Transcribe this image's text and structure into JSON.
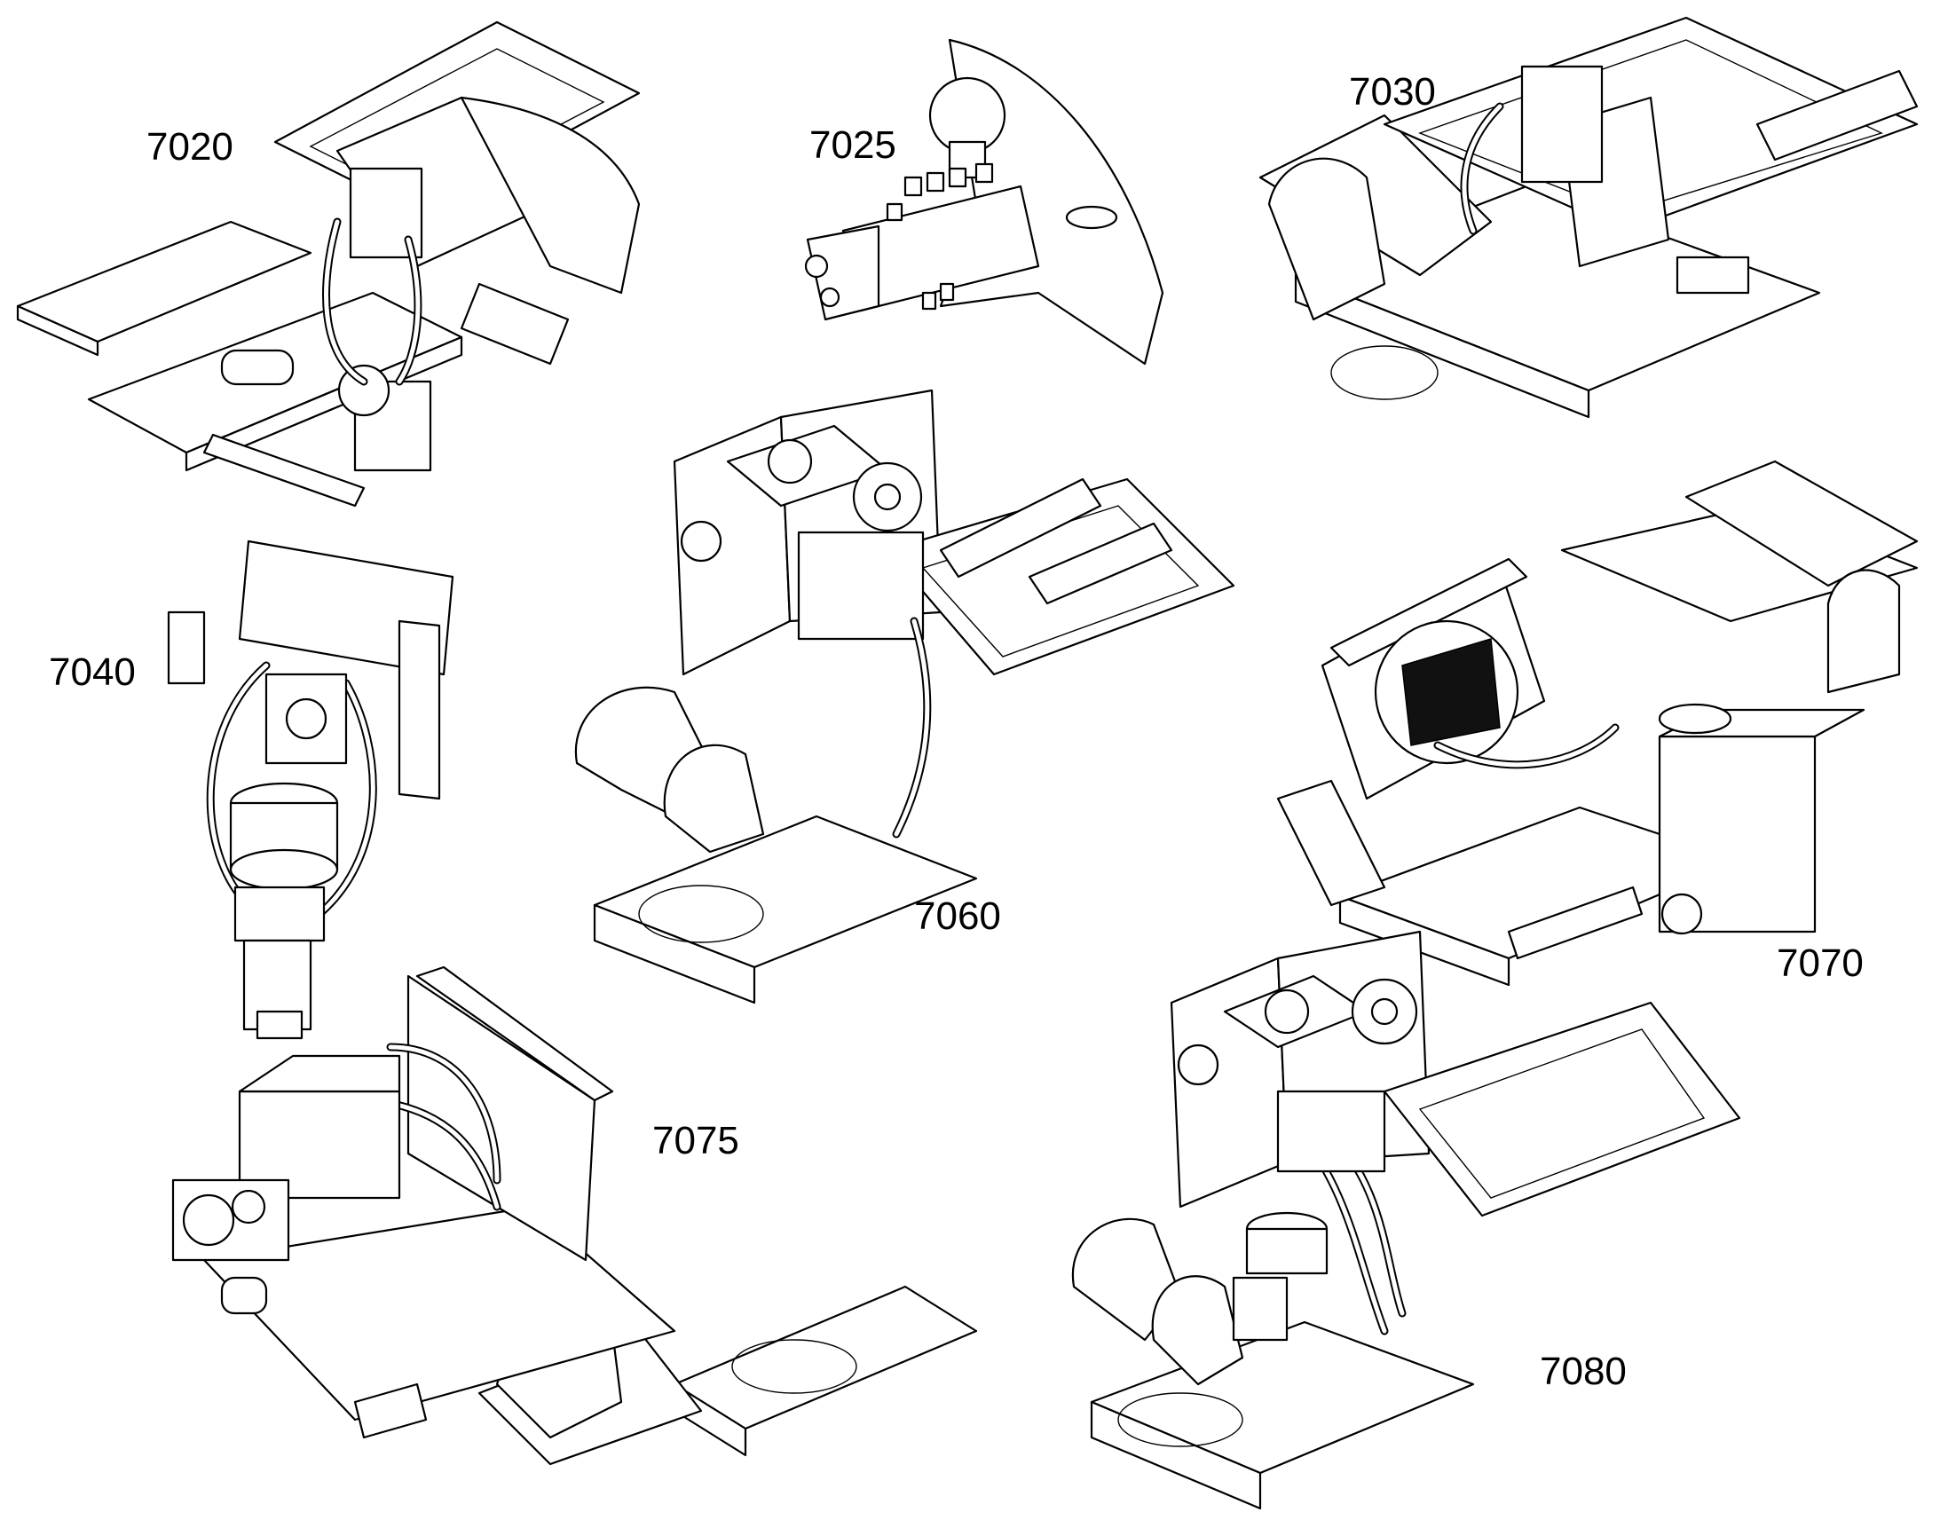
{
  "diagram": {
    "callouts": [
      {
        "id": "7020",
        "text": "7020"
      },
      {
        "id": "7025",
        "text": "7025"
      },
      {
        "id": "7030",
        "text": "7030"
      },
      {
        "id": "7040",
        "text": "7040"
      },
      {
        "id": "7060",
        "text": "7060"
      },
      {
        "id": "7070",
        "text": "7070"
      },
      {
        "id": "7075",
        "text": "7075"
      },
      {
        "id": "7080",
        "text": "7080"
      }
    ]
  }
}
